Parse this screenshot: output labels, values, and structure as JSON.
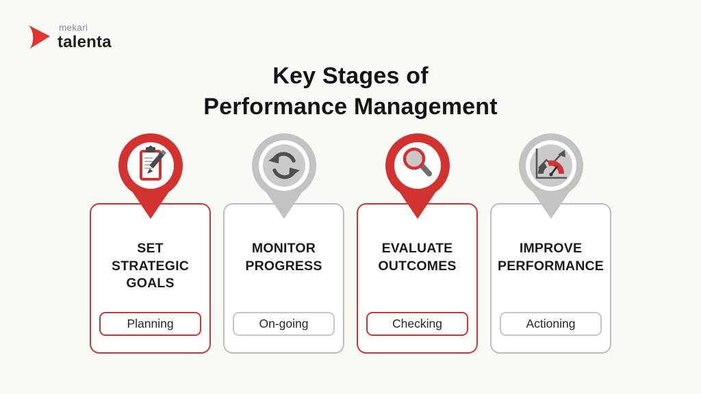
{
  "logo": {
    "brand_top": "mekari",
    "brand_bottom": "talenta"
  },
  "title": "Key Stages of\nPerformance Management",
  "stages": [
    {
      "heading": "SET\nSTRATEGIC\nGOALS",
      "badge": "Planning",
      "accent": "red",
      "icon": "clipboard-pencil-icon"
    },
    {
      "heading": "MONITOR\nPROGRESS",
      "badge": "On-going",
      "accent": "gray",
      "icon": "sync-arrows-icon"
    },
    {
      "heading": "EVALUATE\nOUTCOMES",
      "badge": "Checking",
      "accent": "red",
      "icon": "magnifier-icon"
    },
    {
      "heading": "IMPROVE\nPERFORMANCE",
      "badge": "Actioning",
      "accent": "gray",
      "icon": "gauge-chart-icon"
    }
  ],
  "colors": {
    "accent_red": "#d23230",
    "accent_gray": "#c3c3c3",
    "icon_dark_gray": "#4f4f4f",
    "card_border_gray": "#bcbcbc",
    "text_dark": "#1b1b1b",
    "background": "#fafaf7"
  }
}
